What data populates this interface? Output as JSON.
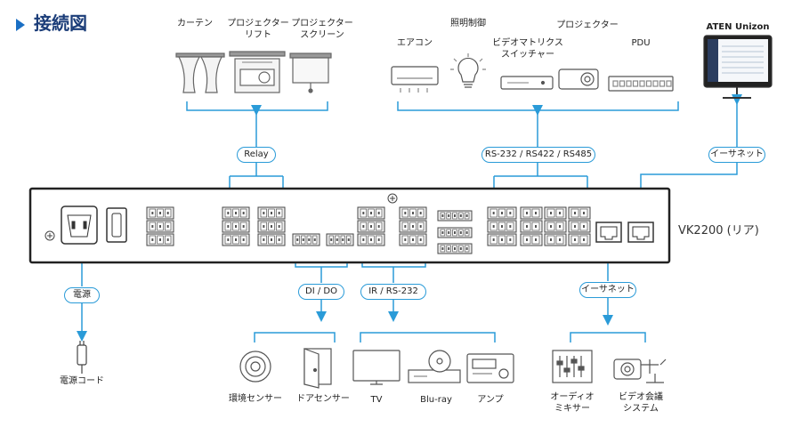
{
  "title": "接続図",
  "device_name": "VK2200 (リア)",
  "top_left_devices": [
    "カーテン",
    "プロジェクター\nリフト",
    "プロジェクター\nスクリーン"
  ],
  "top_right_devices": {
    "lighting": "照明制御",
    "aircon": "エアコン",
    "video_matrix": "ビデオマトリクス\nスイッチャー",
    "projector": "プロジェクター",
    "pdu": "PDU",
    "unizon": "ATEN Unizon"
  },
  "bottom_devices": {
    "power_cord": "電源コード",
    "env_sensor": "環境センサー",
    "door_sensor": "ドアセンサー",
    "tv": "TV",
    "bluray": "Blu-ray",
    "amp": "アンプ",
    "audio_mixer": "オーディオ\nミキサー",
    "video_conf": "ビデオ会議\nシステム"
  },
  "pills": {
    "relay": "Relay",
    "rs": "RS-232 / RS422 / RS485",
    "ethernet_top": "イーサネット",
    "power": "電源",
    "dido": "DI / DO",
    "ir_rs232": "IR / RS-232",
    "ethernet_bottom": "イーサネット"
  },
  "colors": {
    "connector": "#2a9bd8",
    "title": "#1a3c78",
    "icon_stroke": "#555555"
  }
}
